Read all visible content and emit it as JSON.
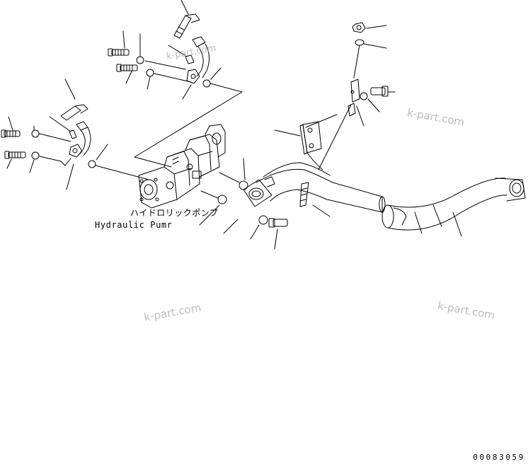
{
  "labels": {
    "pump_jp": "ハイドロリックポンプ",
    "pump_en": "Hydraulic Pumr"
  },
  "watermarks": [
    "k-part.com",
    "k-part.com",
    "k-part.com",
    "k-part.com"
  ],
  "drawing_code": "00083059"
}
